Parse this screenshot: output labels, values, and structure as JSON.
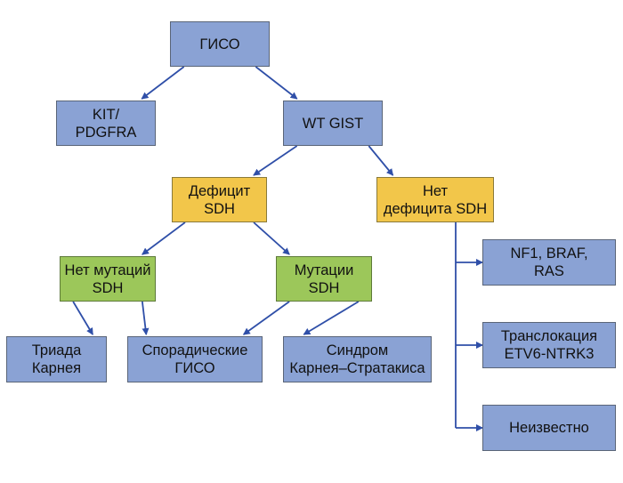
{
  "colors": {
    "primary_node": "#8aa2d4",
    "deficiency_node": "#f2c64a",
    "mutation_node": "#9cc75a",
    "arrow": "#2f4fa8"
  },
  "nodes": {
    "giso": {
      "label": "ГИСО",
      "category": "blue"
    },
    "kit_pdgfra": {
      "label": "KIT/\nPDGFRA",
      "category": "blue"
    },
    "wt_gist": {
      "label": "WT GIST",
      "category": "blue"
    },
    "sdh_deficient": {
      "label": "Дефицит\nSDH",
      "category": "yellow"
    },
    "sdh_not_deficient": {
      "label": "Нет\nдефицита SDH",
      "category": "yellow"
    },
    "no_sdh_mutations": {
      "label": "Нет мутаций\nSDH",
      "category": "green"
    },
    "sdh_mutations": {
      "label": "Мутации\nSDH",
      "category": "green"
    },
    "carney_triad": {
      "label": "Триада\nКарнея",
      "category": "blue"
    },
    "sporadic_giso": {
      "label": "Спорадические\nГИСО",
      "category": "blue"
    },
    "carney_stratakis": {
      "label": "Синдром\nКарнея–Стратакиса",
      "category": "blue"
    },
    "nf1_braf_ras": {
      "label": "NF1, BRAF,\nRAS",
      "category": "blue"
    },
    "etv6_ntrk3": {
      "label": "Транслокация\nETV6-NTRK3",
      "category": "blue"
    },
    "unknown": {
      "label": "Неизвестно",
      "category": "blue"
    }
  },
  "edges": [
    {
      "from": "giso",
      "to": "kit_pdgfra"
    },
    {
      "from": "giso",
      "to": "wt_gist"
    },
    {
      "from": "wt_gist",
      "to": "sdh_deficient"
    },
    {
      "from": "wt_gist",
      "to": "sdh_not_deficient"
    },
    {
      "from": "sdh_deficient",
      "to": "no_sdh_mutations"
    },
    {
      "from": "sdh_deficient",
      "to": "sdh_mutations"
    },
    {
      "from": "no_sdh_mutations",
      "to": "carney_triad"
    },
    {
      "from": "no_sdh_mutations",
      "to": "sporadic_giso"
    },
    {
      "from": "sdh_mutations",
      "to": "sporadic_giso"
    },
    {
      "from": "sdh_mutations",
      "to": "carney_stratakis"
    },
    {
      "from": "sdh_not_deficient",
      "to": "nf1_braf_ras"
    },
    {
      "from": "sdh_not_deficient",
      "to": "etv6_ntrk3"
    },
    {
      "from": "sdh_not_deficient",
      "to": "unknown"
    }
  ]
}
